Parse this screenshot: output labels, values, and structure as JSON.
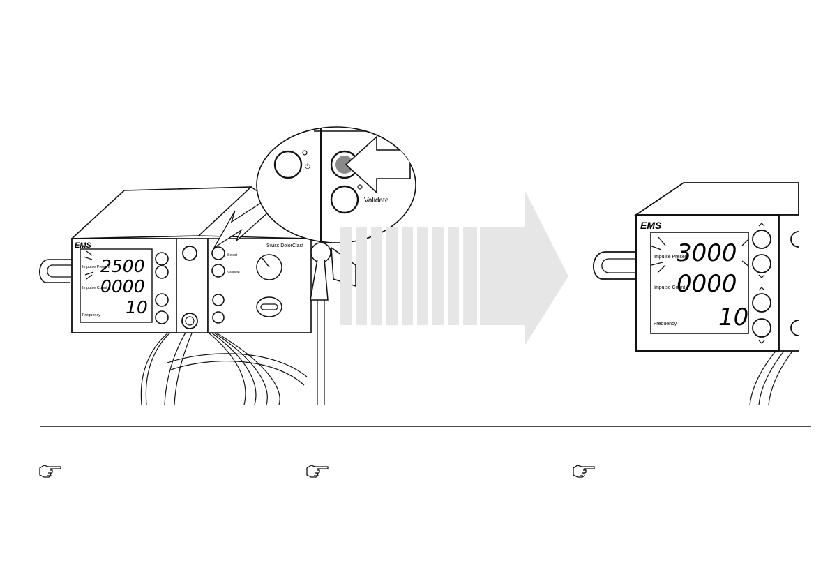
{
  "brand": "EMS",
  "device": {
    "model_label": "Swiss DolorClast",
    "button_select_label": "Select",
    "button_validate_label": "Validate",
    "param_impulse_present": "Impulse Present",
    "param_impulse_count": "Impulse Count",
    "param_frequency": "Frequency"
  },
  "before_display": {
    "impulse_present": "2500",
    "impulse_count": "0000",
    "frequency": "10"
  },
  "after_display": {
    "impulse_present": "3000",
    "impulse_count": "0000",
    "frequency": "10"
  },
  "callout": {
    "validate_label": "Validate",
    "power_symbol": "⏻"
  },
  "notes": [
    {
      "icon": "pointing-hand-icon",
      "text": ""
    },
    {
      "icon": "pointing-hand-icon",
      "text": ""
    },
    {
      "icon": "pointing-hand-icon",
      "text": ""
    }
  ],
  "colors": {
    "line": "#111111",
    "arrow_fill": "#e6e6e6",
    "pressed_button": "#8a8a8a"
  }
}
